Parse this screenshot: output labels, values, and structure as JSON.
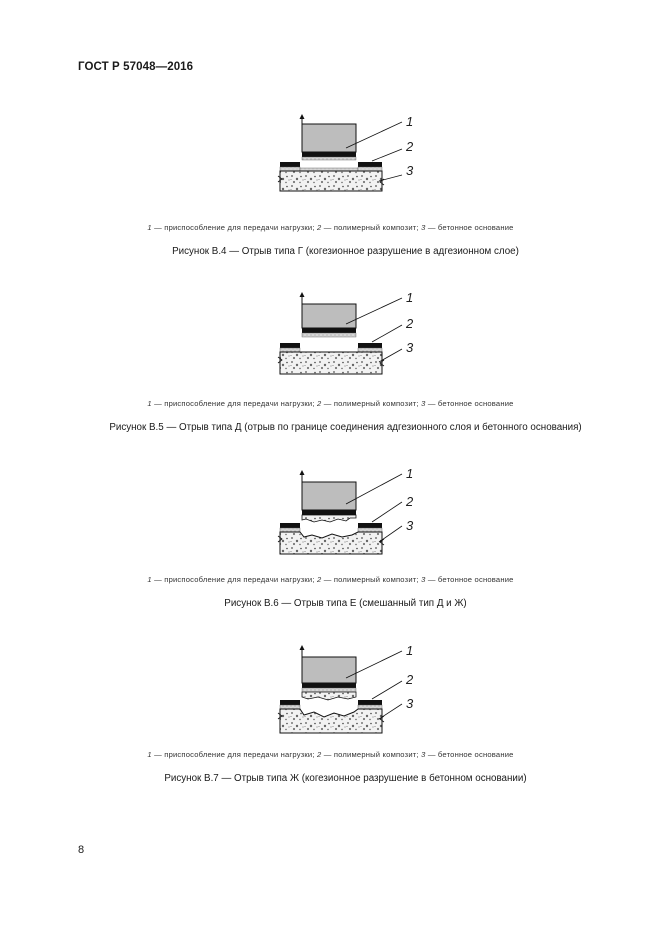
{
  "header": {
    "doc_id": "ГОСТ Р 57048—2016"
  },
  "page_number": "8",
  "callouts": [
    "1",
    "2",
    "3"
  ],
  "figures": [
    {
      "legend": [
        {
          "num": "1",
          "text": " — приспособление для передачи нагрузки; "
        },
        {
          "num": "2",
          "text": " — полимерный композит; "
        },
        {
          "num": "3",
          "text": " — бетонное основание"
        }
      ],
      "caption": "Рисунок В.4 — Отрыв типа Г (когезионное разрушение в адгезионном слое)"
    },
    {
      "legend": [
        {
          "num": "1",
          "text": " — приспособление для передачи нагрузки; "
        },
        {
          "num": "2",
          "text": " — полимерный композит; "
        },
        {
          "num": "3",
          "text": " — бетонное основание"
        }
      ],
      "caption": "Рисунок В.5 — Отрыв типа Д (отрыв по границе соединения адгезионного слоя и бетонного основания)"
    },
    {
      "legend": [
        {
          "num": "1",
          "text": " — приспособление для передачи нагрузки; "
        },
        {
          "num": "2",
          "text": " — полимерный композит; "
        },
        {
          "num": "3",
          "text": " — бетонное основание"
        }
      ],
      "caption": "Рисунок В.6 — Отрыв типа Е (смешанный тип Д и Ж)"
    },
    {
      "legend": [
        {
          "num": "1",
          "text": " — приспособление для передачи нагрузки; "
        },
        {
          "num": "2",
          "text": " — полимерный композит; "
        },
        {
          "num": "3",
          "text": " — бетонное основание"
        }
      ],
      "caption": "Рисунок В.7 — Отрыв типа Ж (когезионное разрушение в бетонном основании)"
    }
  ]
}
